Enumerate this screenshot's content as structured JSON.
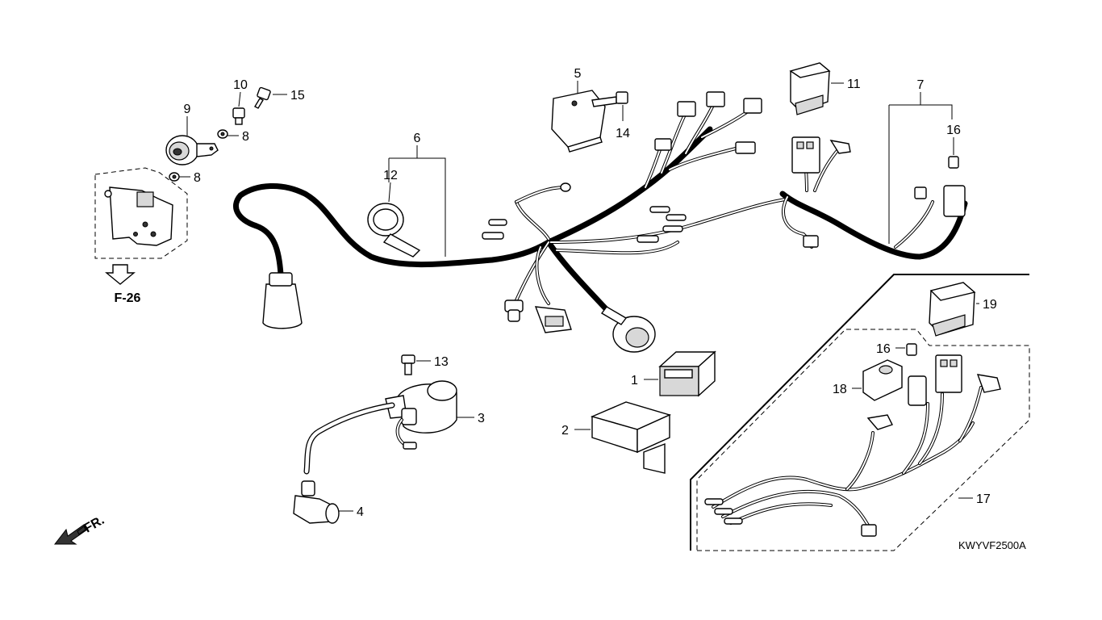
{
  "callouts": {
    "c1": "1",
    "c2": "2",
    "c3": "3",
    "c4": "4",
    "c5": "5",
    "c6": "6",
    "c7": "7",
    "c8a": "8",
    "c8b": "8",
    "c9": "9",
    "c10": "10",
    "c11": "11",
    "c12": "12",
    "c13": "13",
    "c14": "14",
    "c15": "15",
    "c16a": "16",
    "c16b": "16",
    "c17": "17",
    "c18": "18",
    "c19": "19"
  },
  "reference": {
    "label": "F-26"
  },
  "direction": {
    "label": "FR."
  },
  "diagram_code": "KWYVF2500A"
}
